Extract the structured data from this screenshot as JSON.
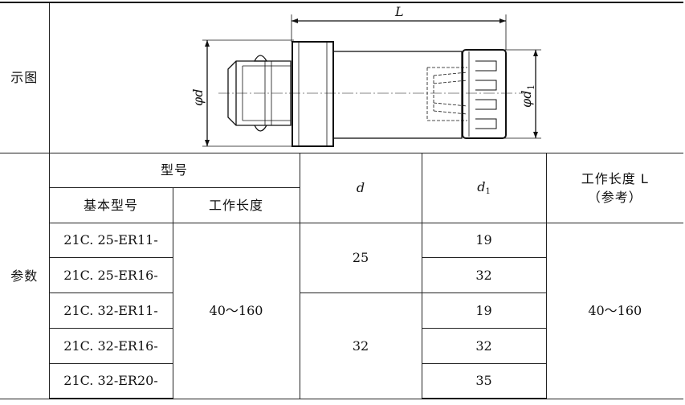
{
  "diagram_row": {
    "label": "示图",
    "dim_L": "L",
    "dim_phi_d": "φd",
    "dim_phi_d1_base": "φd",
    "dim_phi_d1_sub": "1"
  },
  "params_row": {
    "label": "参数"
  },
  "header": {
    "model_group": "型号",
    "base_model": "基本型号",
    "work_length": "工作长度",
    "d": "d",
    "d1_base": "d",
    "d1_sub": "1",
    "work_length_L": "工作长度 L",
    "reference": "（参考）"
  },
  "rows": [
    {
      "base_model": "21C. 25-ER11-",
      "d1": "19"
    },
    {
      "base_model": "21C. 25-ER16-",
      "d1": "32"
    },
    {
      "base_model": "21C. 32-ER11-",
      "d1": "19"
    },
    {
      "base_model": "21C. 32-ER16-",
      "d1": "32"
    },
    {
      "base_model": "21C. 32-ER20-",
      "d1": "35"
    }
  ],
  "merged": {
    "work_length_range": "40～160",
    "d_group_1": "25",
    "d_group_2": "32",
    "L_range": "40～160"
  }
}
